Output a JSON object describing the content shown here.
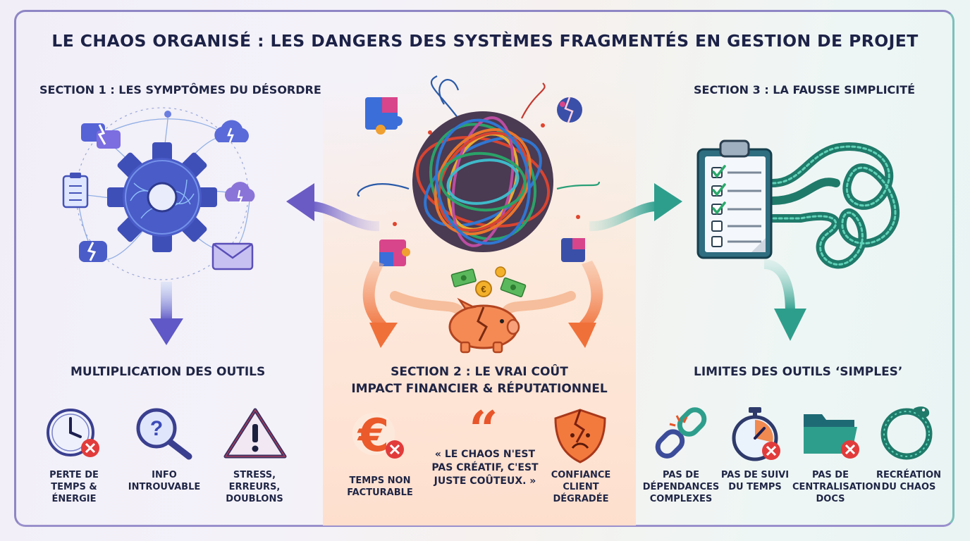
{
  "title": "LE CHAOS ORGANISÉ : LES DANGERS DES SYSTÈMES FRAGMENTÉS EN GESTION DE PROJET",
  "section1": {
    "heading": "SECTION 1 : LES SYMPTÔMES DU DÉSORDRE",
    "subheading": "MULTIPLICATION DES OUTILS",
    "items": [
      {
        "label": "PERTE DE TEMPS & ÉNERGIE",
        "icon": "clock-error-icon"
      },
      {
        "label": "INFO INTROUVABLE",
        "icon": "magnifier-question-icon"
      },
      {
        "label": "STRESS, ERREURS, DOUBLONS",
        "icon": "warning-triangle-icon"
      }
    ]
  },
  "section2": {
    "heading_line1": "SECTION 2 : LE VRAI COÛT",
    "heading_line2": "IMPACT FINANCIER & RÉPUTATIONNEL",
    "items": [
      {
        "label": "TEMPS NON FACTURABLE",
        "icon": "euro-error-icon"
      },
      {
        "label": "CONFIANCE CLIENT DÉGRADÉE",
        "icon": "cracked-shield-icon"
      }
    ],
    "quote": "« LE CHAOS N'EST PAS CRÉATIF, C'EST JUSTE COÛTEUX. »",
    "quote_mark": "“"
  },
  "section3": {
    "heading": "SECTION 3 : LA FAUSSE SIMPLICITÉ",
    "subheading": "LIMITES DES OUTILS ‘SIMPLES’",
    "items": [
      {
        "label": "PAS DE DÉPENDANCES COMPLEXES",
        "icon": "broken-chain-icon"
      },
      {
        "label": "PAS DE SUIVI DU TEMPS",
        "icon": "stopwatch-error-icon"
      },
      {
        "label": "PAS DE CENTRALISATION DOCS",
        "icon": "folder-error-icon"
      },
      {
        "label": "RECRÉATION DU CHAOS",
        "icon": "ouroboros-icon"
      }
    ]
  },
  "colors": {
    "text": "#1f2545",
    "purple": "#6a5bc4",
    "orange": "#f0703a",
    "teal": "#2e9e8c",
    "error_red": "#e23b3b",
    "frame": "#8e86c4"
  }
}
